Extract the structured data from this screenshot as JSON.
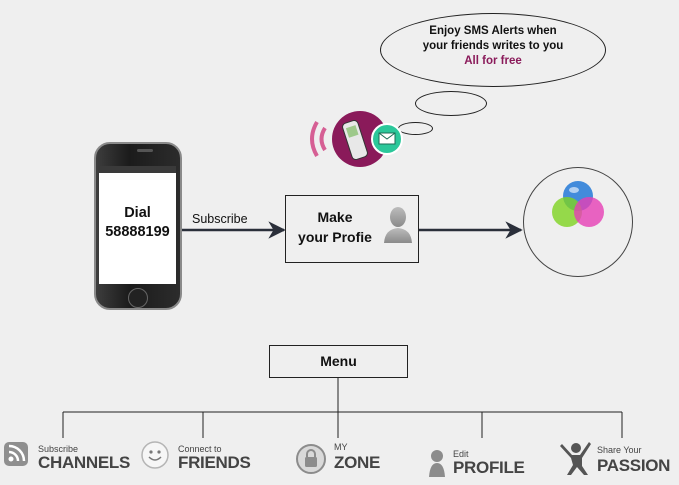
{
  "bubble": {
    "line1": "Enjoy SMS Alerts when",
    "line2": "your friends writes to you",
    "line3": "All for free"
  },
  "phone": {
    "line1": "Dial",
    "line2": "58888199"
  },
  "flow": {
    "subscribe_label": "Subscribe"
  },
  "profile": {
    "line1": "Make",
    "line2": "your Profie"
  },
  "menu": {
    "label": "Menu"
  },
  "nav": {
    "channels": {
      "small": "Subscribe",
      "big": "CHANNELS",
      "icon": "rss-icon"
    },
    "friends": {
      "small": "Connect to",
      "big": "FRIENDS",
      "icon": "smiley-icon"
    },
    "zone": {
      "small": "MY",
      "big": "ZONE",
      "icon": "lock-icon"
    },
    "profile": {
      "small": "Edit",
      "big": "PROFILE",
      "icon": "person-icon"
    },
    "passion": {
      "small": "Share Your",
      "big": "PASSION",
      "icon": "dancer-icon"
    }
  },
  "colors": {
    "accent_purple": "#8a1a5a",
    "sms_green": "#2bc79a",
    "circle_blue": "#2f7fd8",
    "circle_green": "#7ed321",
    "circle_pink": "#e63fb5"
  }
}
